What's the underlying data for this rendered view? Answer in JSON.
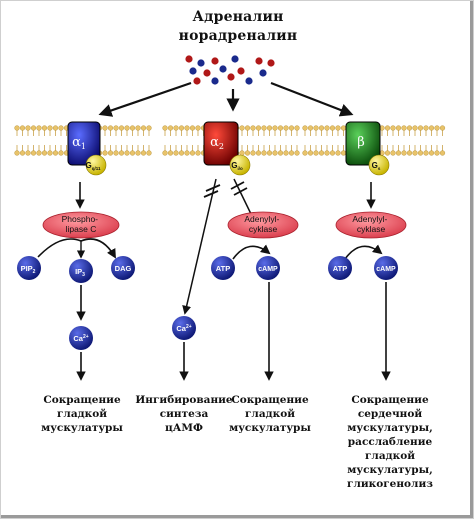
{
  "title": {
    "line1": "Адреналин",
    "line2": "норадреналин"
  },
  "receptors": [
    {
      "name": "α",
      "sub": "1",
      "color": "#1a1a9c",
      "g_protein": "G",
      "g_sub": "q/11",
      "enzyme": "Phospho-\nlipase C",
      "messengers": [
        "PIP2",
        "IP3",
        "DAG",
        "Ca2+"
      ],
      "outcome": "Сокращение\nгладкой\nмускулатуры"
    },
    {
      "name": "α",
      "sub": "2",
      "color": "#b80000",
      "g_protein": "G",
      "g_sub": "i/o",
      "enzyme": "Adenylyl-\ncyklase",
      "messengers": [
        "Ca2+",
        "ATP",
        "cAMP"
      ],
      "outcome_left": "Ингибирование\nсинтеза\nцАМФ",
      "outcome": "Сокращение\nгладкой\nмускулатуры"
    },
    {
      "name": "β",
      "sub": "",
      "color": "#1e7a1e",
      "g_protein": "G",
      "g_sub": "s",
      "enzyme": "Adenylyl-\ncyklase",
      "messengers": [
        "ATP",
        "cAMP"
      ],
      "outcome": "Сокращение\nсердечной\nмускулатуры,\nрасслабление\nгладкой\nмускулатуры,\nгликогенолиз"
    }
  ],
  "colors": {
    "membrane": "#e8c36a",
    "enzyme_fill": "#e8646c",
    "messenger_fill": "#1a2a9c",
    "g_protein_fill": "#e8dc3c",
    "ligand_red": "#b01818",
    "ligand_blue": "#1a2a8c"
  }
}
